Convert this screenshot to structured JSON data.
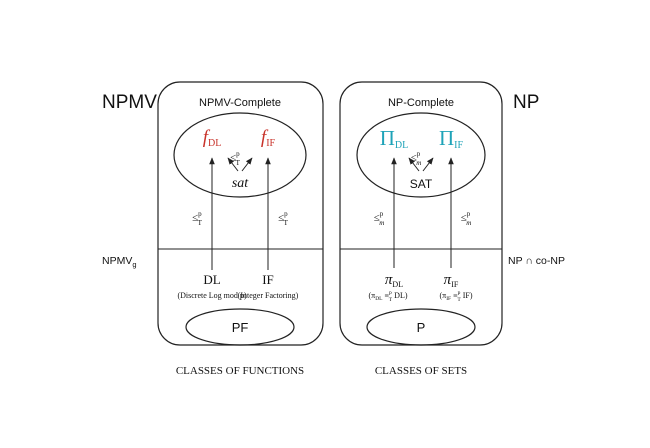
{
  "outer_labels": {
    "npmv": "NPMV",
    "npmv_g": "NPMV",
    "npmv_g_sub": "g",
    "np": "NP",
    "np_conp": "NP ∩ co-NP"
  },
  "functions": {
    "complete_title": "NPMV-Complete",
    "f_dl": "f",
    "f_dl_sub": "DL",
    "f_if": "f",
    "f_if_sub": "IF",
    "inner_red": "≤",
    "inner_red_sup": "p",
    "inner_red_sub": "T",
    "sat": "sat",
    "arrow_left": "≤",
    "arrow_left_sup": "p",
    "arrow_left_sub": "T",
    "arrow_right": "≤",
    "arrow_right_sup": "p",
    "arrow_right_sub": "T",
    "dl": "DL",
    "dl_desc": "(Discrete Log mod p)",
    "if": "IF",
    "if_desc": "(Integer Factoring)",
    "pf": "PF",
    "caption": "CLASSES OF FUNCTIONS"
  },
  "sets": {
    "complete_title": "NP-Complete",
    "pi_dl": "Π",
    "pi_dl_sub": "DL",
    "pi_if": "Π",
    "pi_if_sub": "IF",
    "inner_red": "≤",
    "inner_red_sup": "p",
    "inner_red_sub": "m",
    "sat": "SAT",
    "arrow_left": "≤",
    "arrow_left_sup": "p",
    "arrow_left_sub": "m",
    "arrow_right": "≤",
    "arrow_right_sup": "p",
    "arrow_right_sub": "m",
    "pi_dl_lower": "π",
    "pi_dl_lower_sub": "DL",
    "pi_dl_equiv": "(π",
    "pi_dl_equiv_sub": "DL",
    "pi_dl_equiv_rel": "≡",
    "pi_dl_equiv_sup": "p",
    "pi_dl_equiv_sub2": "T",
    "pi_dl_equiv_tail": "DL)",
    "pi_if_lower": "π",
    "pi_if_lower_sub": "IF",
    "pi_if_equiv": "(π",
    "pi_if_equiv_sub": "IF",
    "pi_if_equiv_rel": "≡",
    "pi_if_equiv_sup": "p",
    "pi_if_equiv_sub2": "T",
    "pi_if_equiv_tail": "IF)",
    "p": "P",
    "caption": "CLASSES OF SETS"
  },
  "colors": {
    "red": "#c8322a",
    "cyan": "#1fa3b8"
  }
}
